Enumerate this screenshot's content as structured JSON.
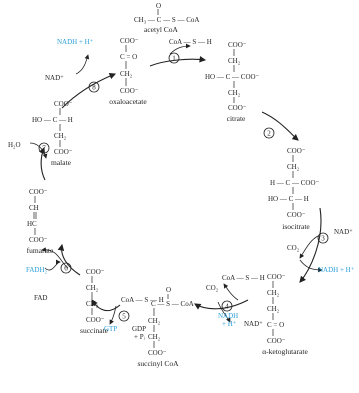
{
  "header_fragment": "",
  "steps": [
    "1",
    "2",
    "3",
    "4",
    "5",
    "6",
    "7",
    "8"
  ],
  "acetyl_coa": {
    "o": "O",
    "line": "CH₃ — C — S — CoA",
    "label": "acetyl CoA"
  },
  "coash_step1": "CoA — S — H",
  "oxaloacetate": {
    "lines": [
      "COO⁻",
      "C = O",
      "CH₂",
      "COO⁻"
    ],
    "label": "oxaloacetate"
  },
  "citrate": {
    "lines": [
      "COO⁻",
      "CH₂",
      "HO — C — COO⁻",
      "CH₂",
      "COO⁻"
    ],
    "label": "citrate"
  },
  "isocitrate": {
    "lines": [
      "COO⁻",
      "CH₂",
      "H — C — COO⁻",
      "HO — C — H",
      "COO⁻"
    ],
    "label": "isocitrate"
  },
  "step3": {
    "nad": "NAD⁺",
    "co2": "CO₂",
    "nadh": "NADH + H⁺"
  },
  "akg": {
    "lines": [
      "COO⁻",
      "CH₂",
      "CH₂",
      "C = O",
      "COO⁻"
    ],
    "label": "α-ketoglutarate"
  },
  "step4": {
    "coash": "CoA — S — H",
    "co2": "CO₂",
    "nad": "NAD⁺",
    "nadh_1": "NADH",
    "nadh_2": "+ H⁺"
  },
  "succinyl_coa": {
    "o": "O",
    "line": "C — S — CoA",
    "ch2a": "CH₂",
    "ch2b": "CH₂",
    "coo": "COO⁻",
    "label": "succinyl CoA"
  },
  "step5": {
    "coash": "CoA — S — H",
    "gtp": "GTP",
    "gdp": "GDP",
    "pi": "+ Pᵢ"
  },
  "succinate": {
    "lines": [
      "COO⁻",
      "CH₂",
      "CH₂",
      "COO⁻"
    ],
    "label": "succinate"
  },
  "step6": {
    "fadh2": "FADH₂",
    "fad": "FAD"
  },
  "fumarate": {
    "lines": [
      "COO⁻",
      "CH",
      "HC",
      "COO⁻"
    ],
    "label": "fumarate"
  },
  "step7": {
    "h2o": "H₂O"
  },
  "malate": {
    "lines": [
      "COO⁻",
      "HO — C — H",
      "CH₂",
      "COO⁻"
    ],
    "label": "malate"
  },
  "step8": {
    "nadh": "NADH + H⁺",
    "nad": "NAD⁺"
  },
  "colors": {
    "cofactor_blue": "#2a9fd8",
    "ink": "#222222",
    "header_blue": "#1b3fa8"
  }
}
